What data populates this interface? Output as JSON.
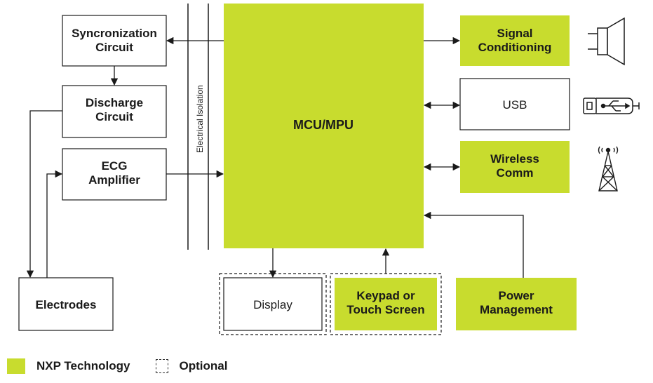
{
  "colors": {
    "nxp": "#c8dc2e",
    "line": "#1a1a1a",
    "box_border": "#1a1a1a"
  },
  "blocks": {
    "sync": [
      "Syncronization",
      "Circuit"
    ],
    "discharge": [
      "Discharge",
      "Circuit"
    ],
    "ecg": [
      "ECG",
      "Amplifier"
    ],
    "electrodes": "Electrodes",
    "mcu": "MCU/MPU",
    "signal": [
      "Signal",
      "Conditioning"
    ],
    "usb": "USB",
    "wireless": [
      "Wireless",
      "Comm"
    ],
    "display": "Display",
    "keypad": [
      "Keypad or",
      "Touch Screen"
    ],
    "power": [
      "Power",
      "Management"
    ]
  },
  "isolation_label": "Electrical Isolation",
  "icons": [
    "speaker-icon",
    "usb-plug-icon",
    "antenna-tower-icon"
  ],
  "legend": {
    "nxp": "NXP Technology",
    "optional": "Optional"
  }
}
